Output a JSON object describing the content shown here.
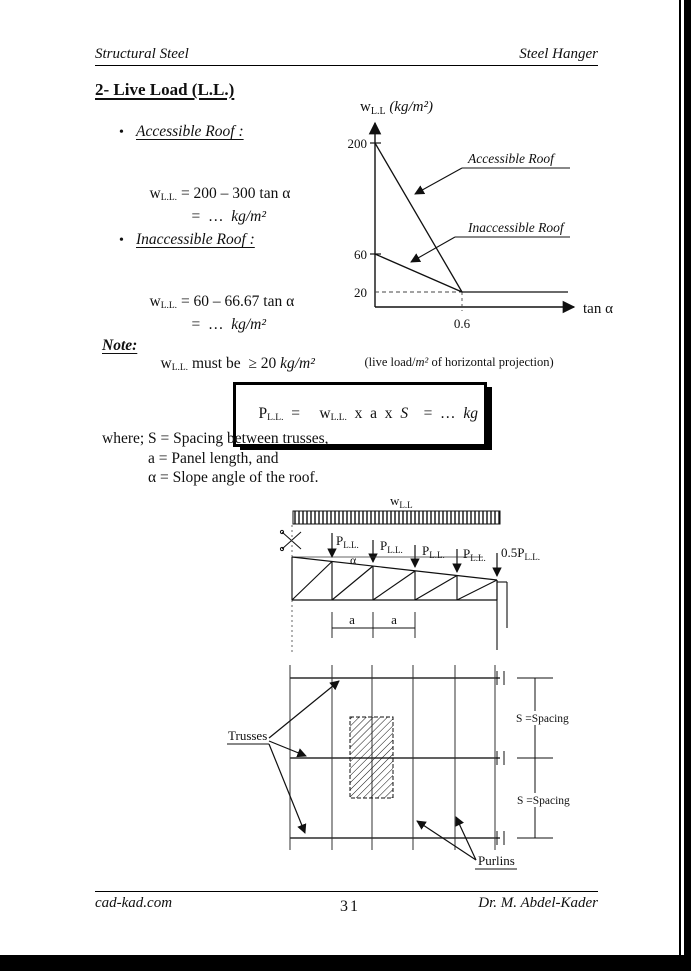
{
  "header": {
    "left": "Structural Steel",
    "right": "Steel Hanger"
  },
  "title": "2- Live Load (L.L.)",
  "accessible": {
    "heading": "Accessible Roof :",
    "w_sym": "w",
    "w_sub": "L.L.",
    "rhs": " = 200 – 300 tan α",
    "rhs2": "=  …  ",
    "unit": "kg/m²"
  },
  "inaccessible": {
    "heading": "Inaccessible Roof :",
    "w_sym": "w",
    "w_sub": "L.L.",
    "rhs": " = 60 – 66.67 tan α",
    "rhs2": "=  …  ",
    "unit": "kg/m²"
  },
  "note": {
    "label": "Note:",
    "w_sym": "w",
    "w_sub": "L.L.",
    "body": " must be  ≥ 20 ",
    "unit": "kg/m²",
    "paren_pre": "(live load/",
    "paren_m": "m²",
    "paren_post": " of horizontal projection)"
  },
  "box": {
    "p_sym": "P",
    "p_sub": "L.L.",
    "mid1": "  =     ",
    "w_sym": "w",
    "w_sub": "L.L.",
    "mid2": "  x  a  x  ",
    "s_sym": "S",
    "mid3": "    =  …  ",
    "kg": "kg"
  },
  "where": {
    "line1": "where; S = Spacing between trusses,",
    "line2": "a = Panel length, and",
    "line3": "α = Slope angle of the roof."
  },
  "graph": {
    "type": "line",
    "ylabel_sym": "w",
    "ylabel_sub": "L.L",
    "ylabel_unit": " (kg/m²)",
    "xlabel": "tan α",
    "ytick_200": "200",
    "ytick_60": "60",
    "ytick_20": "20",
    "xtick": "0.6",
    "label_accessible": "Accessible Roof",
    "label_inaccessible": "Inaccessible Roof",
    "series": [
      {
        "name": "Accessible Roof",
        "points": [
          [
            0,
            200
          ],
          [
            0.6,
            20
          ],
          [
            1.4,
            20
          ]
        ]
      },
      {
        "name": "Inaccessible Roof",
        "points": [
          [
            0,
            60
          ],
          [
            0.6,
            20
          ],
          [
            1.4,
            20
          ]
        ]
      }
    ],
    "ylim": [
      0,
      230
    ],
    "xlim": [
      0,
      1.4
    ]
  },
  "truss": {
    "w_sym": "w",
    "w_sub": "L.L",
    "load_sym": "P",
    "load_sub": "L.L.",
    "half_sym": "0.5P",
    "half_sub": "L.L.",
    "alpha": "α",
    "dim_label": "a"
  },
  "plan": {
    "trusses_label": "Trusses",
    "purlins_label": "Purlins",
    "spacing_label": "S =Spacing"
  },
  "footer": {
    "left": "cad-kad.com",
    "page_number": "31",
    "right": "Dr. M. Abdel-Kader"
  }
}
